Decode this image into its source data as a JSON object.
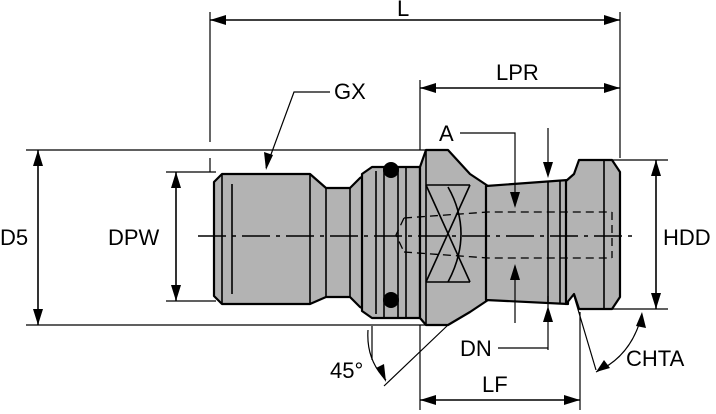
{
  "labels": {
    "L": "L",
    "LPR": "LPR",
    "GX": "GX",
    "A": "A",
    "D5": "D5",
    "DPW": "DPW",
    "HDD": "HDD",
    "DN": "DN",
    "LF": "LF",
    "angle": "45°",
    "CHTA": "CHTA"
  },
  "colors": {
    "part_fill": "#b3b3b3",
    "line": "#000000",
    "background": "#ffffff"
  }
}
